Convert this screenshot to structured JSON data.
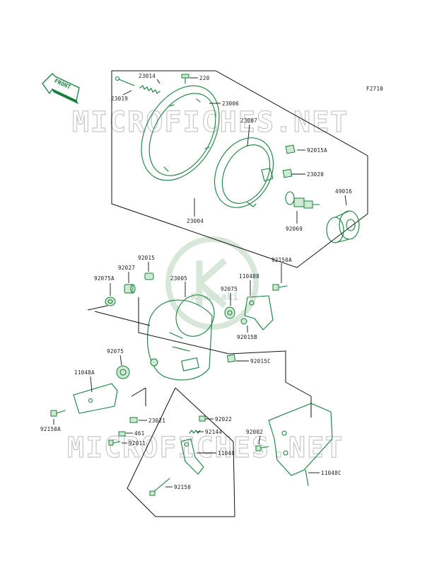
{
  "figure_code": "F2710",
  "front_label": "FRONT",
  "watermark": "MICROFICHES.NET",
  "brand_mark": "Kawasaki",
  "colors": {
    "parts": "#15803d",
    "lines": "#111111",
    "watermark": "#c8c8c8"
  },
  "labels": {
    "p23014": "23014",
    "p220": "220",
    "p23019": "23019",
    "p23006": "23006",
    "p23007": "23007",
    "p92015A": "92015A",
    "p23020": "23020",
    "p49016": "49016",
    "p92069": "92069",
    "p23004": "23004",
    "p92015": "92015",
    "p92027": "92027",
    "p92075A": "92075A",
    "p23005": "23005",
    "p92150A_top": "92150A",
    "p110488": "110488",
    "p92075_top": "92075",
    "p92015B": "92015B",
    "p92075_left": "92075",
    "p92015C": "92015C",
    "p11048A": "11048A",
    "p92150A_left": "92150A",
    "p23021": "23021",
    "p461": "461",
    "p92011": "92011",
    "p92022": "92022",
    "p92144": "92144",
    "p11048": "11048",
    "p92002": "92002",
    "p11048C": "11048C",
    "p92150": "92150"
  }
}
